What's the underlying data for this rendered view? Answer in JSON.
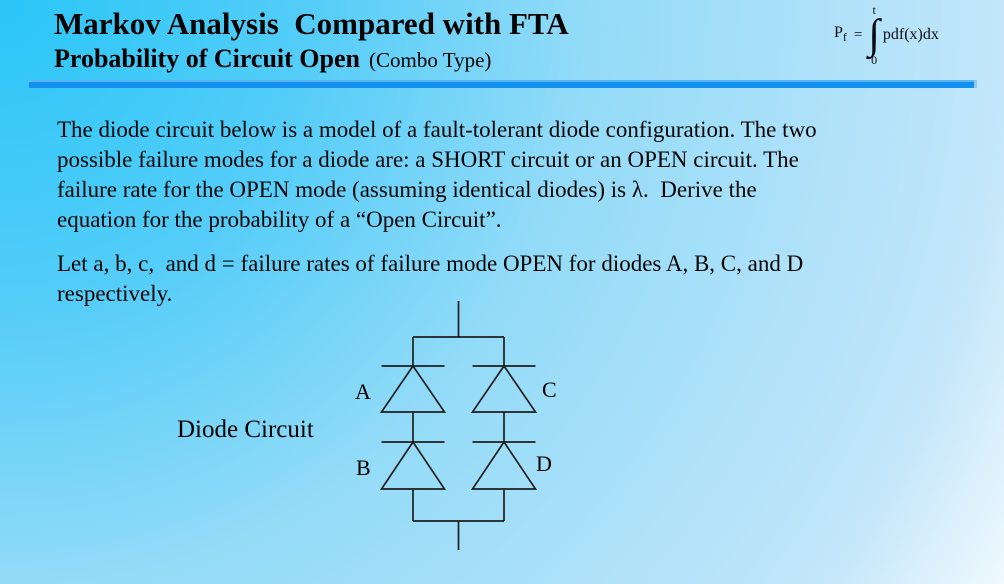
{
  "colors": {
    "background_top_left": "#2ac6f8",
    "background_bottom_right": "#ffffff",
    "rule_blue": "#1290ee",
    "text": "#000000"
  },
  "header": {
    "title": "Markov Analysis  Compared with FTA",
    "subtitle": "Probability of Circuit Open",
    "subtitle_note": "(Combo Type)"
  },
  "formula": {
    "lhs": "P",
    "lhs_sub": "f",
    "equals": "=",
    "upper_limit": "t",
    "integral_symbol": "∫",
    "lower_limit": "0",
    "integrand": "pdf(x)dx"
  },
  "body": {
    "paragraph1": {
      "line1": "The diode circuit below is a model of a fault-tolerant diode configuration. The two",
      "line2": "possible failure modes for a diode are: a SHORT circuit or an OPEN circuit. The",
      "line3": "failure rate for the OPEN mode (assuming identical diodes) is λ.  Derive the",
      "line4": "equation for the probability of a “Open Circuit”."
    },
    "paragraph2": {
      "line1": "Let a, b, c,  and d = failure rates of failure mode OPEN for diodes A, B, C, and D",
      "line2": "respectively."
    }
  },
  "diagram": {
    "caption": "Diode Circuit",
    "diode_labels": {
      "a": "A",
      "b": "B",
      "c": "C",
      "d": "D"
    }
  }
}
